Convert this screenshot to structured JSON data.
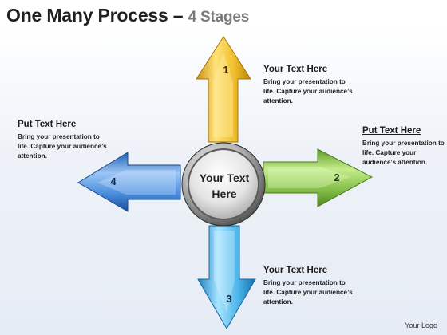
{
  "title": {
    "main": "One Many Process –",
    "sub": "4 Stages"
  },
  "center": {
    "line1": "Your Text",
    "line2": "Here"
  },
  "arrows": [
    {
      "number": "1",
      "color": "#e8b51d"
    },
    {
      "number": "2",
      "color": "#7fb841"
    },
    {
      "number": "3",
      "color": "#3aa6dc"
    },
    {
      "number": "4",
      "color": "#3b7fd0"
    }
  ],
  "callouts": {
    "top_right": {
      "heading": "Your Text Here",
      "body": "Bring your presentation to life. Capture your audience’s attention."
    },
    "right": {
      "heading": "Put Text Here",
      "body": "Bring your presentation to life. Capture your audience’s attention."
    },
    "bottom_right": {
      "heading": "Your Text Here",
      "body": "Bring your presentation to life. Capture your audience’s attention."
    },
    "left": {
      "heading": "Put Text Here",
      "body": "Bring your presentation to life. Capture your audience’s attention."
    }
  },
  "logo": "Your Logo"
}
